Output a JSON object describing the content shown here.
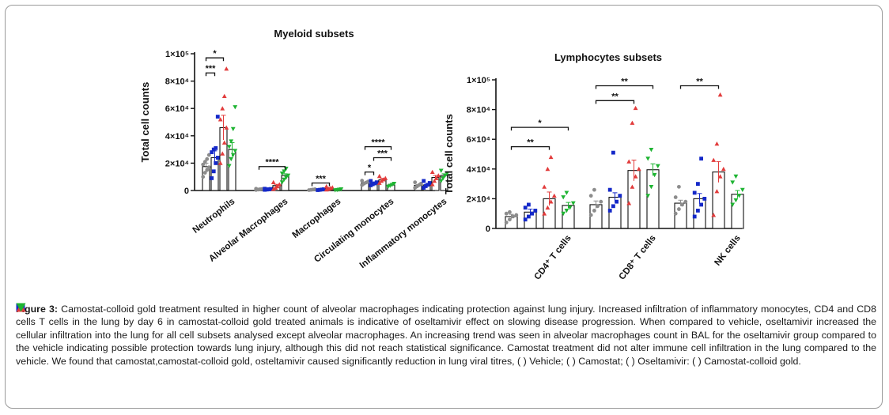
{
  "chart_data": [
    {
      "type": "bar",
      "title": "Myeloid subsets",
      "xlabel": "",
      "ylabel": "Total cell counts",
      "ylim": [
        0,
        100000
      ],
      "yticks": [
        0,
        20000,
        40000,
        60000,
        80000,
        100000
      ],
      "ytick_labels": [
        "0",
        "2×10⁴",
        "4×10⁴",
        "6×10⁴",
        "8×10⁴",
        "1×10⁵"
      ],
      "categories": [
        "Neutrophils",
        "Alveolar Macrophages",
        "Macrophages",
        "Circulating monocytes",
        "Inflammatory monocytes"
      ],
      "series": [
        {
          "name": "Vehicle",
          "values": [
            17500,
            800,
            600,
            5500,
            3800
          ],
          "errors": [
            2500,
            300,
            200,
            700,
            500
          ]
        },
        {
          "name": "Camostat",
          "values": [
            24000,
            900,
            700,
            5200,
            4000
          ],
          "errors": [
            5000,
            300,
            200,
            700,
            600
          ]
        },
        {
          "name": "Oseltamivir",
          "values": [
            46000,
            3600,
            1700,
            7800,
            9500
          ],
          "errors": [
            9000,
            900,
            400,
            1000,
            1500
          ]
        },
        {
          "name": "Camostat-colloid gold",
          "values": [
            30000,
            11000,
            600,
            4000,
            11000
          ],
          "errors": [
            5000,
            1200,
            200,
            600,
            1200
          ]
        }
      ],
      "points": [
        [
          [
            10000,
            13000,
            15000,
            17000,
            19000,
            21000,
            23000,
            26000
          ],
          [
            9000,
            14000,
            20000,
            24000,
            28000,
            30000,
            31000,
            54000
          ],
          [
            20000,
            27000,
            35000,
            46000,
            52000,
            60000,
            69000,
            89000
          ],
          [
            18000,
            23000,
            26000,
            29000,
            32000,
            36000,
            45000,
            61000
          ]
        ],
        [
          [
            400,
            700,
            900,
            1100,
            1300
          ],
          [
            500,
            700,
            900,
            1100,
            1300
          ],
          [
            1000,
            2000,
            3000,
            4500,
            6000
          ],
          [
            6000,
            8000,
            9500,
            11000,
            12500,
            14000,
            16000
          ]
        ],
        [
          [
            300,
            500,
            700,
            900
          ],
          [
            300,
            500,
            700,
            900
          ],
          [
            700,
            1200,
            1700,
            2200,
            3000
          ],
          [
            200,
            400,
            600,
            900
          ]
        ],
        [
          [
            4000,
            5000,
            5800,
            6500,
            7200
          ],
          [
            3800,
            4600,
            5200,
            6000,
            7000
          ],
          [
            5500,
            7000,
            8000,
            9000,
            10500
          ],
          [
            2800,
            3500,
            4200,
            5000
          ]
        ],
        [
          [
            2000,
            3000,
            4000,
            5000,
            6000
          ],
          [
            2000,
            3200,
            4200,
            5500,
            7000
          ],
          [
            4500,
            7000,
            9000,
            11000,
            13500
          ],
          [
            7000,
            9000,
            11000,
            12500,
            14500
          ]
        ]
      ],
      "significance": [
        {
          "group": 0,
          "from": 0,
          "to": 2,
          "y": 97000,
          "label": "*"
        },
        {
          "group": 0,
          "from": 0,
          "to": 1,
          "y": 86000,
          "label": "***"
        },
        {
          "group": 1,
          "from": 0,
          "to": 3,
          "y": 17500,
          "label": "****"
        },
        {
          "group": 2,
          "from": 0,
          "to": 2,
          "y": 5500,
          "label": "***"
        },
        {
          "group": 3,
          "from": 0,
          "to": 3,
          "y": 32000,
          "label": "****"
        },
        {
          "group": 3,
          "from": 1,
          "to": 3,
          "y": 24000,
          "label": "***"
        },
        {
          "group": 3,
          "from": 0,
          "to": 1,
          "y": 13500,
          "label": "*"
        }
      ]
    },
    {
      "type": "bar",
      "title": "Lymphocytes subsets",
      "xlabel": "",
      "ylabel": "Total cell counts",
      "ylim": [
        0,
        100000
      ],
      "yticks": [
        0,
        20000,
        40000,
        60000,
        80000,
        100000
      ],
      "ytick_labels": [
        "0",
        "2×10⁴",
        "4×10⁴",
        "6×10⁴",
        "8×10⁴",
        "1×10⁵"
      ],
      "categories": [
        "CD4⁺ T cells",
        "CD8⁺ T cells",
        "NK cells"
      ],
      "series": [
        {
          "name": "Vehicle",
          "values": [
            8000,
            16000,
            17000
          ],
          "errors": [
            1500,
            2500,
            2000
          ]
        },
        {
          "name": "Camostat",
          "values": [
            11000,
            21000,
            20000
          ],
          "errors": [
            2000,
            3000,
            3500
          ]
        },
        {
          "name": "Oseltamivir",
          "values": [
            20000,
            39000,
            38000
          ],
          "errors": [
            4500,
            7000,
            7000
          ]
        },
        {
          "name": "Camostat-colloid gold",
          "values": [
            15500,
            39500,
            23000
          ],
          "errors": [
            2000,
            4000,
            2500
          ]
        }
      ],
      "points": [
        [
          [
            4000,
            6000,
            8000,
            9000,
            10000,
            11000
          ],
          [
            6000,
            8000,
            10000,
            12000,
            14000,
            16000
          ],
          [
            10000,
            14000,
            18000,
            22000,
            28000,
            40000,
            48000
          ],
          [
            10000,
            12000,
            14000,
            17000,
            21000,
            24000
          ]
        ],
        [
          [
            9000,
            12000,
            15000,
            18000,
            22000,
            26000
          ],
          [
            12000,
            15000,
            18000,
            22000,
            26000,
            51000
          ],
          [
            17000,
            28000,
            35000,
            40000,
            45000,
            71000,
            81000
          ],
          [
            22000,
            28000,
            36000,
            42000,
            47000,
            53000
          ]
        ],
        [
          [
            10000,
            13000,
            16000,
            18000,
            21000,
            28000
          ],
          [
            8000,
            12000,
            16000,
            20000,
            24000,
            30000,
            47000
          ],
          [
            9000,
            25000,
            35000,
            40000,
            46000,
            57000,
            90000
          ],
          [
            16000,
            19000,
            22000,
            26000,
            31000,
            35000
          ]
        ]
      ],
      "significance": [
        {
          "group": 0,
          "from": 0,
          "to": 3,
          "y": 68000,
          "label": "*"
        },
        {
          "group": 0,
          "from": 0,
          "to": 2,
          "y": 55000,
          "label": "**"
        },
        {
          "group": 1,
          "from": 0,
          "to": 3,
          "y": 96000,
          "label": "**"
        },
        {
          "group": 1,
          "from": 0,
          "to": 2,
          "y": 86000,
          "label": "**"
        },
        {
          "group": 2,
          "from": 0,
          "to": 2,
          "y": 96000,
          "label": "**"
        }
      ]
    }
  ],
  "legend_colors": {
    "Vehicle": "#8c8c8c",
    "Camostat": "#1428c8",
    "Oseltamivir": "#e23c3c",
    "Camostat-colloid gold": "#1eb432"
  },
  "caption": {
    "label": "Figure 3:",
    "text_1": " Camostat-colloid gold treatment resulted in higher count of alveolar macrophages indicating protection against lung injury. Increased infiltration of inflammatory monocytes, CD4 and CD8 cells T cells in the lung by day 6 in camostat-colloid gold treated animals is indicative of oseltamivir effect on slowing disease progression. When compared to vehicle, oseltamivir increased the cellular infiltration into the lung for all cell subsets analysed except alveolar macrophages. An increasing trend was seen in alveolar macrophages count in BAL for the oseltamivir group compared to the vehicle indicating possible protection towards lung injury, although this did not reach statistical significance. Camostat treatment did not alter immune cell infiltration in the lung compared to the vehicle. We found that camostat,camostat-colloid gold, osteltamivir caused significantly reduction in lung viral titres, ( ",
    "vehicle": " ) Vehicle; ( ",
    "camostat": " ) Camostat; ( ",
    "oseltamivir": " ) Oseltamivir: ( ",
    "gold": " ) Camostat-colloid gold."
  }
}
